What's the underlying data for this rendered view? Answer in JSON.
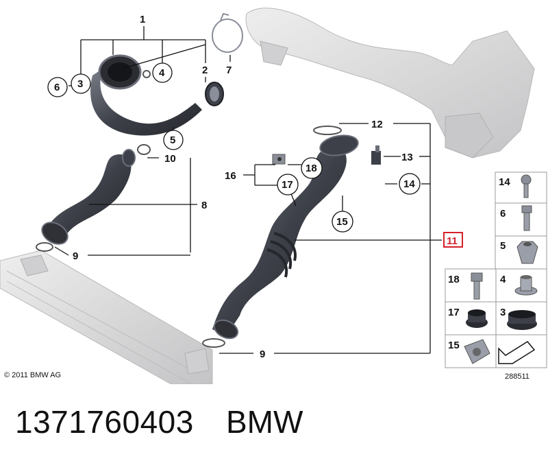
{
  "callouts": {
    "c1": "1",
    "c2": "2",
    "c3": "3",
    "c4": "4",
    "c5": "5",
    "c6": "6",
    "c7": "7",
    "c8": "8",
    "c9a": "9",
    "c9b": "9",
    "c10": "10",
    "c11": "11",
    "c12": "12",
    "c13": "13",
    "c14": "14",
    "c15": "15",
    "c16": "16",
    "c17": "17",
    "c18": "18"
  },
  "legend": {
    "r14": "14",
    "r6": "6",
    "r5": "5",
    "r18": "18",
    "r4": "4",
    "r17": "17",
    "r3": "3",
    "r15": "15"
  },
  "copyright": "© 2011 BMW AG",
  "drawing_number": "288511",
  "caption": {
    "part_number": "1371760403",
    "brand": "BMW"
  },
  "colors": {
    "hose": "#3d4048",
    "hose_light": "#6a6e78",
    "ghost": "#d6d6d8",
    "highlight": "#d4202a"
  }
}
